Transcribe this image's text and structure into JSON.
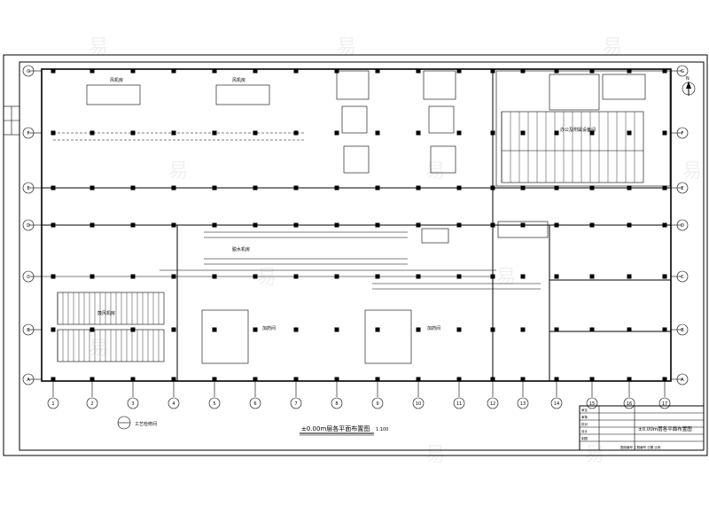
{
  "drawing": {
    "title": "±0.00m层各平面布置图",
    "scale_note": "1:100",
    "legend_room": "工艺检修间",
    "label_office_block": "办公及附属设备间",
    "label_upper_room_a": "风机房",
    "label_upper_room_b": "风机房",
    "label_center_room": "脱水机房",
    "label_left_room": "鼓风机房",
    "label_mid_room_a": "加药间",
    "label_mid_room_b": "加药间",
    "north_arrow": "N"
  },
  "title_block": {
    "drawing_name": "±0.00m层各平面布置图",
    "row_labels": [
      "审定",
      "审核",
      "校对",
      "设计",
      "制图"
    ],
    "footer_note": "图纸编号 工程编号 日期 比例"
  },
  "grid": {
    "columns": [
      "1",
      "2",
      "3",
      "4",
      "5",
      "6",
      "7",
      "8",
      "9",
      "10",
      "11",
      "12",
      "13",
      "14",
      "15",
      "16",
      "17"
    ],
    "rows": [
      "A",
      "B",
      "C",
      "D",
      "E",
      "F",
      "G"
    ]
  },
  "watermark": "易"
}
